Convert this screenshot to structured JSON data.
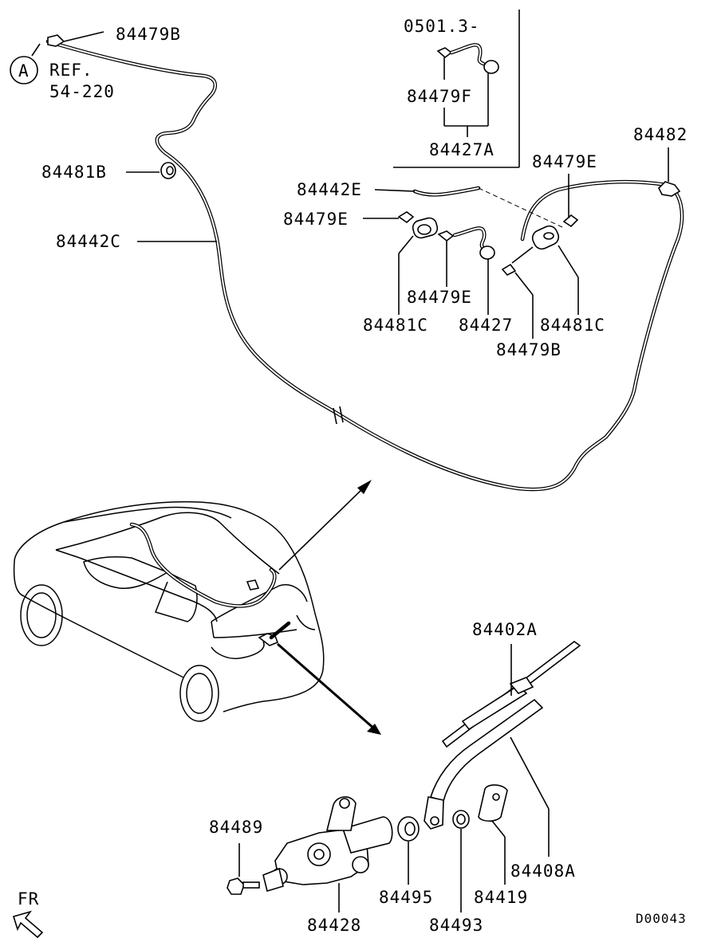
{
  "reference": {
    "circle_letter": "A",
    "ref_line1": "REF.",
    "ref_line2": "54-220"
  },
  "inset": {
    "date_code": "0501.3-"
  },
  "labels": {
    "p84479B_top": "84479B",
    "p84479F": "84479F",
    "p84427A": "84427A",
    "p84482": "84482",
    "p84481B": "84481B",
    "p84479E_right": "84479E",
    "p84442E": "84442E",
    "p84479E_left": "84479E",
    "p84442C": "84442C",
    "p84479E_mid": "84479E",
    "p84481C_left": "84481C",
    "p84427": "84427",
    "p84481C_right": "84481C",
    "p84479B_mid": "84479B",
    "p84402A": "84402A",
    "p84489": "84489",
    "p84495": "84495",
    "p84419": "84419",
    "p84408A": "84408A",
    "p84428": "84428",
    "p84493": "84493"
  },
  "direction_label": "FR",
  "diagram_code": "D00043",
  "icons": [
    "circle-ref-icon",
    "front-arrow-icon",
    "callout-arrow-icon"
  ]
}
